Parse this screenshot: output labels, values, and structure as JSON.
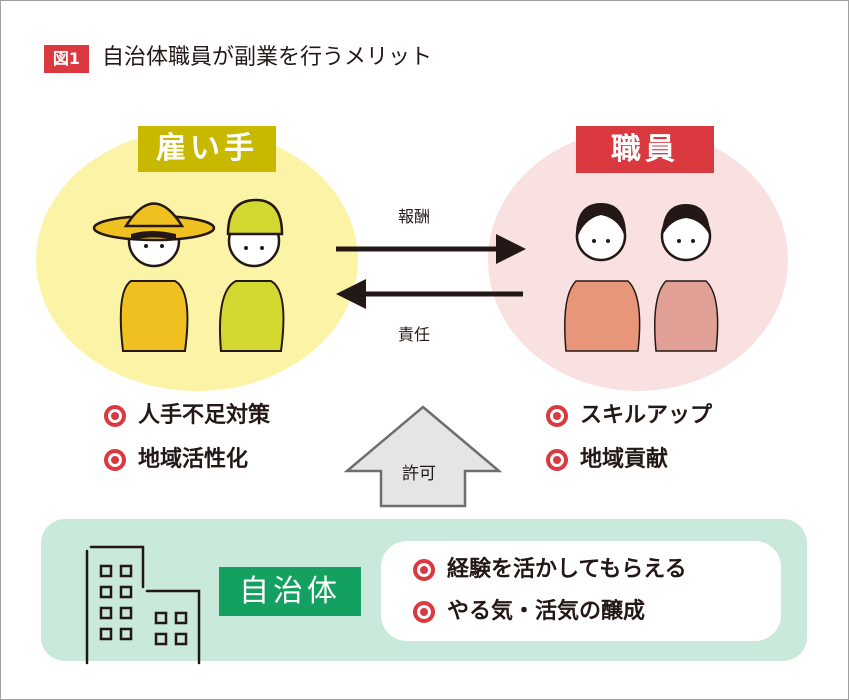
{
  "title": {
    "tag": "図1",
    "text": "自治体職員が副業を行うメリット"
  },
  "employer": {
    "label": "雇い手",
    "benefits": [
      "人手不足対策",
      "地域活性化"
    ]
  },
  "staff": {
    "label": "職員",
    "benefits": [
      "スキルアップ",
      "地域貢献"
    ]
  },
  "arrows": {
    "reward": "報酬",
    "responsibility": "責任",
    "permission": "許可"
  },
  "municipality": {
    "label": "自治体",
    "benefits": [
      "経験を活かしてもらえる",
      "やる気・活気の醸成"
    ]
  },
  "colors": {
    "red": "#d9393f",
    "olive": "#c8b800",
    "green": "#13a060",
    "yellow_bg": "#fbf3a6",
    "pink_bg": "#f9e1e1",
    "green_bg": "#c9e9da"
  }
}
